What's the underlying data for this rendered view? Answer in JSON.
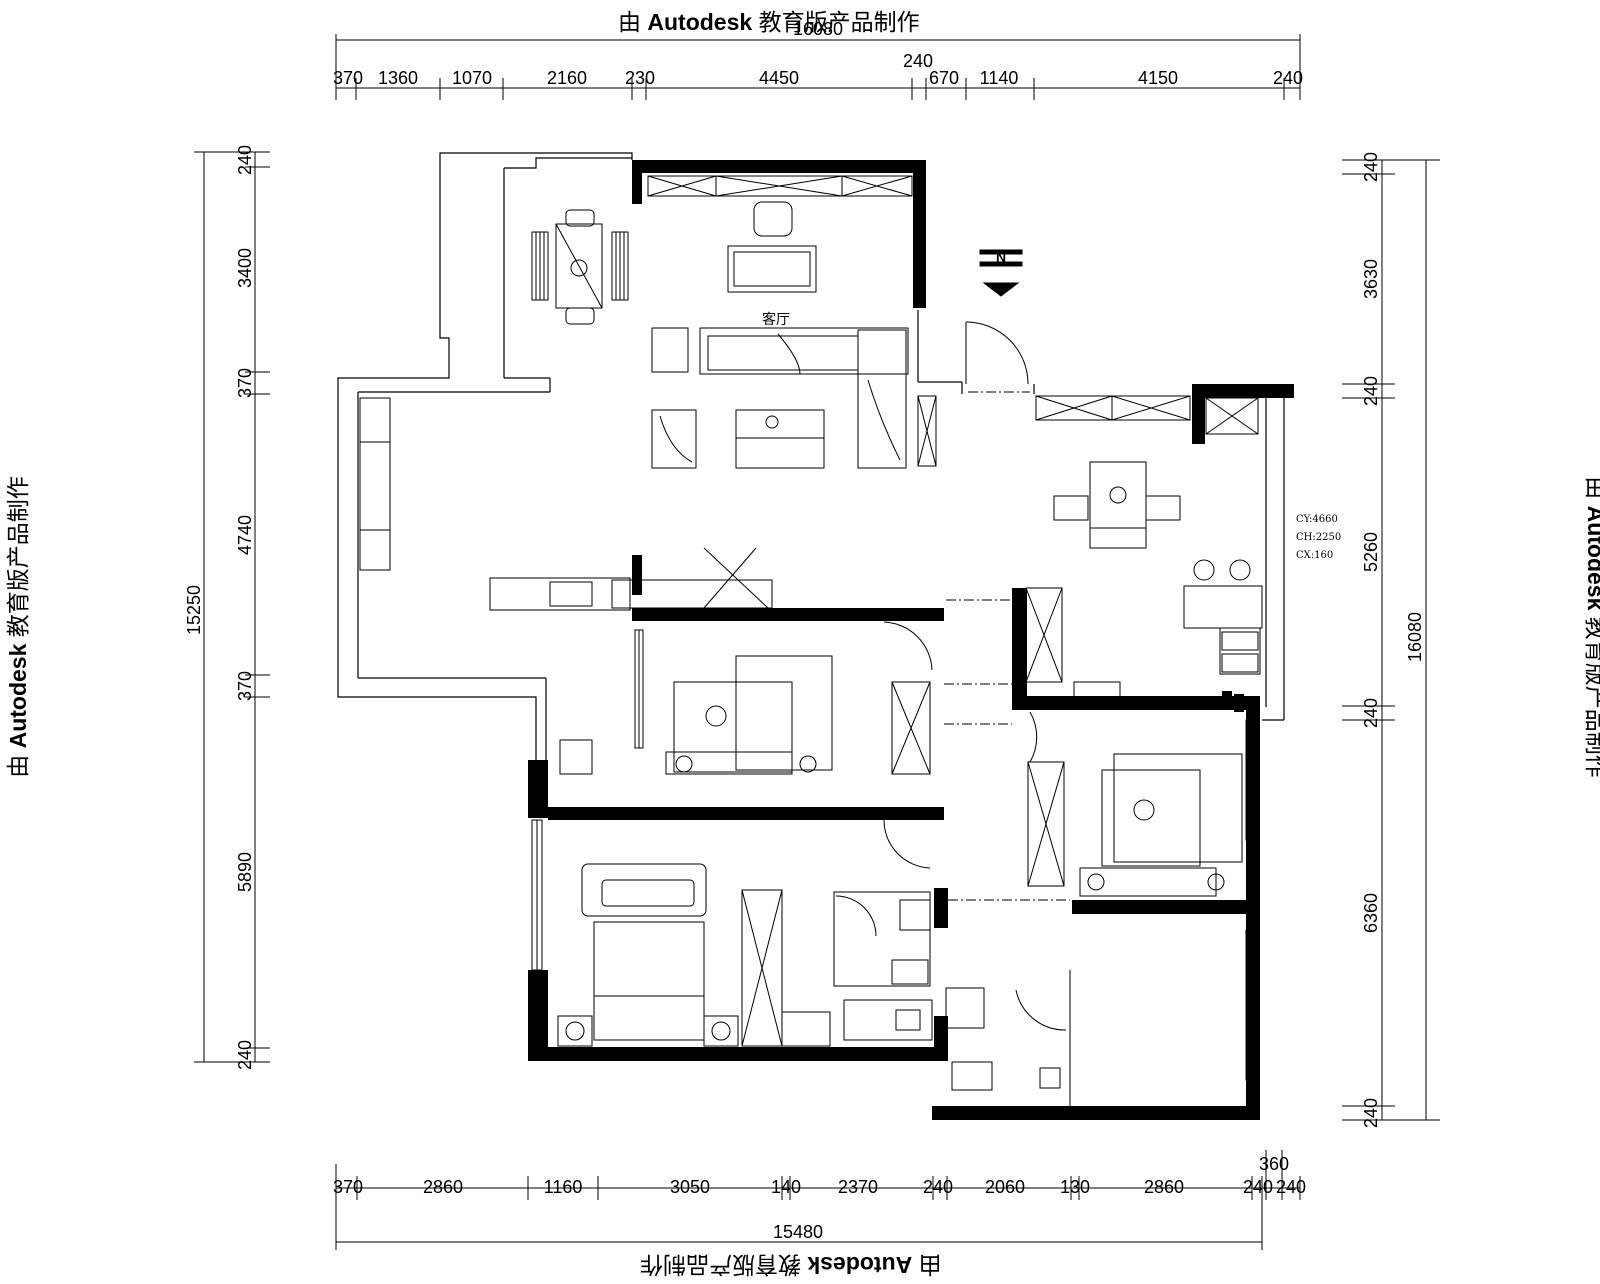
{
  "watermark": {
    "prefix": "由",
    "brand": "Autodesk",
    "suffix": "教育版产品制作"
  },
  "room_labels": {
    "living_room": "客厅",
    "north_mark": "N"
  },
  "ceiling_note": [
    "CY:4660",
    "CH:2250",
    "CX:160"
  ],
  "top_dims": {
    "overall": "16080",
    "small_240": "240",
    "segments": [
      "370",
      "1360",
      "1070",
      "2160",
      "230",
      "4450",
      "670",
      "1140",
      "4150",
      "240"
    ]
  },
  "bottom_dims": {
    "overall": "15480",
    "small_360": "360",
    "segments": [
      "370",
      "2860",
      "1160",
      "3050",
      "140",
      "2370",
      "240",
      "2060",
      "130",
      "2860",
      "240",
      "240"
    ]
  },
  "left_dims": {
    "overall": "15250",
    "segments": [
      "240",
      "3400",
      "370",
      "4740",
      "370",
      "5890",
      "240"
    ]
  },
  "right_dims": {
    "overall": "16080",
    "segments": [
      "240",
      "3630",
      "240",
      "5260",
      "240",
      "6360",
      "240"
    ]
  }
}
